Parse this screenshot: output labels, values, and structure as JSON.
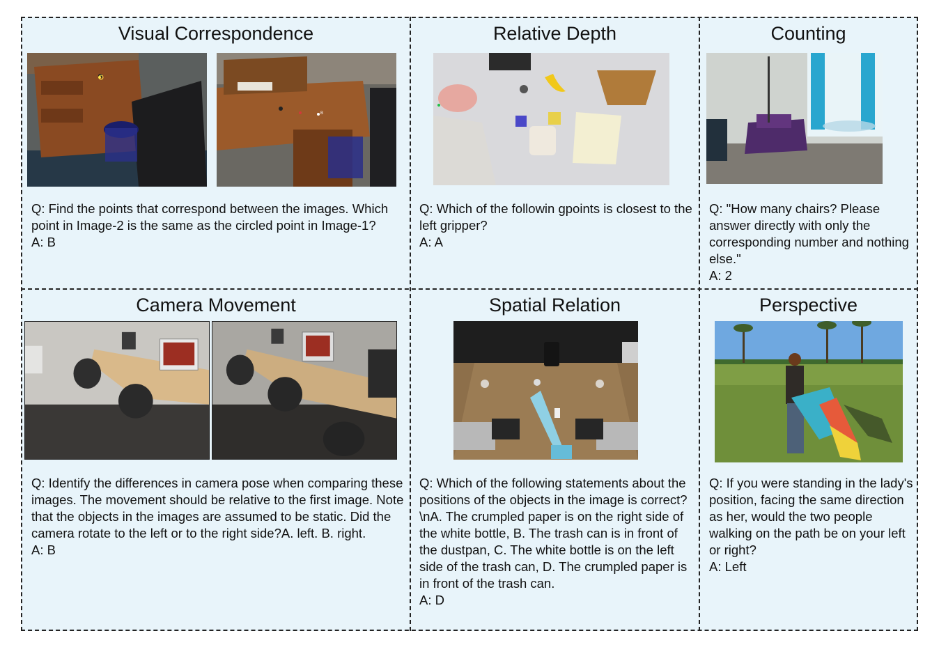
{
  "panels": [
    {
      "title": "Visual Correspondence",
      "question": "Q: Find the points that correspond between the images. Which point in Image-2 is the same as the circled point in Image-1?",
      "answer": "A: B",
      "image_marker": "B"
    },
    {
      "title": "Relative Depth",
      "question": "Q: Which of the followin gpoints is closest to the left gripper?",
      "answer": "A: A"
    },
    {
      "title": "Counting",
      "question": "Q: \"How many chairs? Please answer directly with only the corresponding number and nothing else.\"",
      "answer": "A: 2"
    },
    {
      "title": "Camera Movement",
      "question": "Q: Identify the differences in camera pose when comparing these images. The movement should be relative to the first image. Note that the objects in the images are assumed to be static. Did the camera rotate to the left or to the right side?A. left. B. right.",
      "answer": "A: B"
    },
    {
      "title": "Spatial Relation",
      "question": "Q: Which of the following statements about the positions of the objects in the image is correct?\\nA. The crumpled paper is on the right side of the white bottle, B. The trash can is in front of the dustpan, C. The white bottle is on the left side of the trash can, D. The crumpled paper is in front of the trash can.",
      "answer": "A: D"
    },
    {
      "title": "Perspective",
      "question": "Q: If you were standing in the lady's position, facing the same direction as her, would the two people walking on the path be on your left or right?",
      "answer": "A: Left"
    }
  ]
}
